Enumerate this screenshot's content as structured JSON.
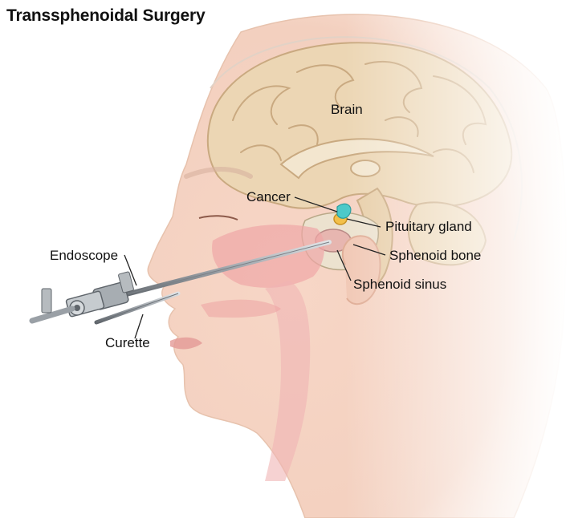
{
  "title": "Transsphenoidal Surgery",
  "labels": {
    "brain": "Brain",
    "cancer": "Cancer",
    "pituitary": "Pituitary gland",
    "endoscope": "Endoscope",
    "sphenoid_bone": "Sphenoid bone",
    "sphenoid_sinus": "Sphenoid sinus",
    "curette": "Curette"
  },
  "colors": {
    "skin": "#f6d9c9",
    "skin_dark": "#e8b9a2",
    "brain": "#ecd6b4",
    "brain_outline": "#c9a980",
    "nasal_cavity": "#f0a7a7",
    "pituitary": "#f3c04a",
    "cancer": "#4cc9c9",
    "instrument": "#9aa0a6"
  }
}
